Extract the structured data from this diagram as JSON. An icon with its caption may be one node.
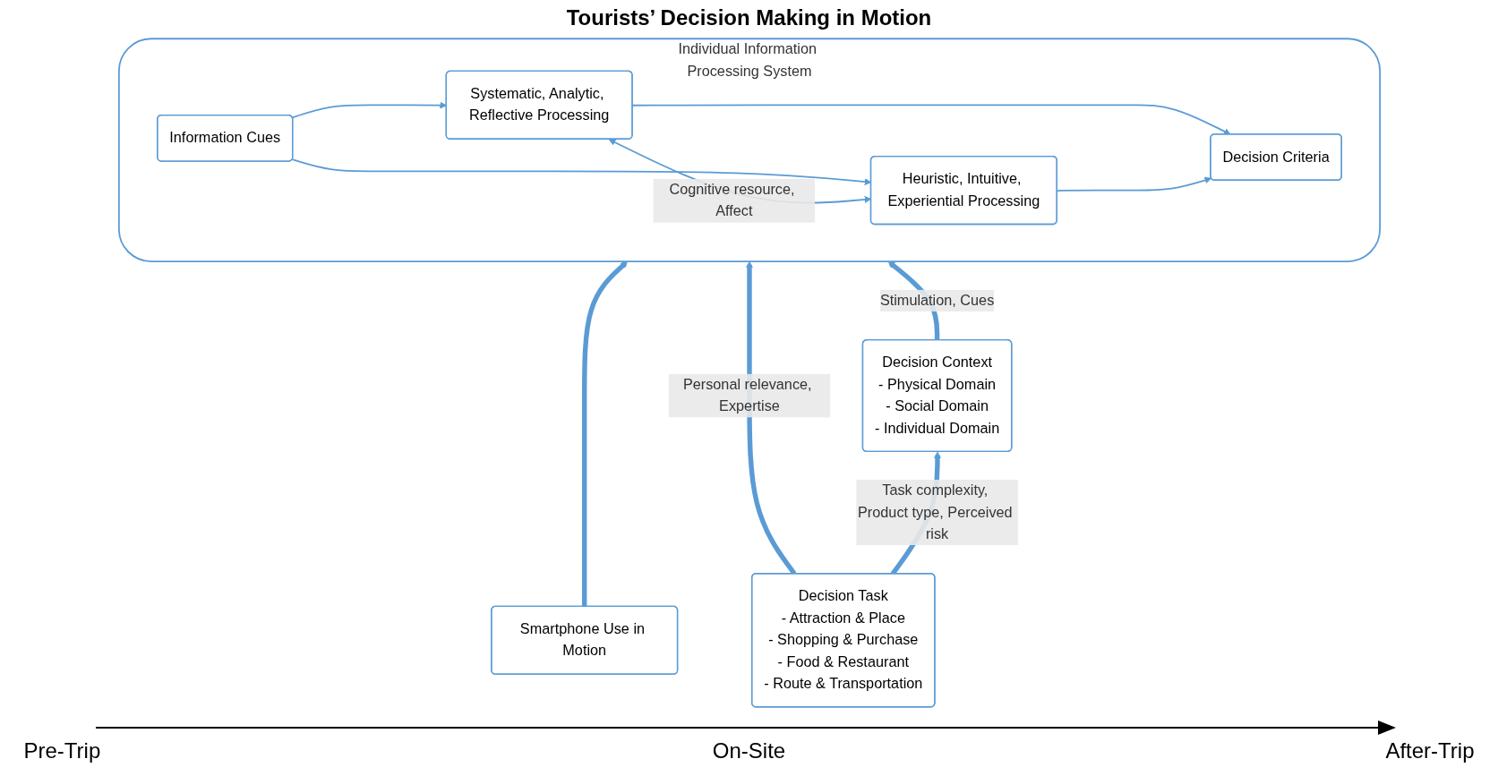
{
  "diagram": {
    "nodes": [
      {
        "text": [
          "Individual Information Processing System"
        ]
      },
      {
        "text": [
          "Information Cues"
        ],
        "in": 0
      },
      {
        "text": [
          "Systematic, Analytic, Reflective Processing"
        ],
        "in": 0
      },
      {
        "text": [
          "Heuristic, Intuitive, Experiential Processing"
        ],
        "in": 0
      },
      {
        "text": [
          "Decision Criteria"
        ],
        "in": 0
      },
      {
        "text": [
          "Smartphone Use in Motion"
        ]
      },
      {
        "text": [
          "Decision Task",
          "- Attraction & Place",
          "- Shopping & Purchase",
          "- Food & Restaurant",
          "- Route & Transportation"
        ]
      },
      {
        "text": [
          "Decision Context",
          "- Physical Domain",
          "- Social Domain",
          "- Individual Domain"
        ]
      }
    ],
    "edges": [
      {
        "from": 1,
        "to": 2,
        "arrow": "to"
      },
      {
        "from": 1,
        "to": 3,
        "arrow": "to"
      },
      {
        "from": 2,
        "to": 3,
        "arrow": "both",
        "label": "Cognitive resource, Affect"
      },
      {
        "from": 2,
        "to": 4,
        "arrow": "to"
      },
      {
        "from": 3,
        "to": 4,
        "arrow": "to"
      },
      {
        "from": 5,
        "to": 0,
        "arrow": "to",
        "style": "thick"
      },
      {
        "from": 6,
        "to": 0,
        "arrow": "to",
        "label": "Personal relevance, Expertise",
        "style": "thick"
      },
      {
        "from": 7,
        "to": 0,
        "arrow": "to",
        "label": "Stimulation, Cues",
        "style": "thick"
      },
      {
        "from": 6,
        "to": 7,
        "arrow": "to",
        "label": "Task complexity, Product type, Perceived risk",
        "style": "thick"
      }
    ],
    "labels": [
      "Tourists’ Decision Making in Motion",
      "Pre-Trip",
      "On-Site",
      "After-Trip"
    ]
  }
}
